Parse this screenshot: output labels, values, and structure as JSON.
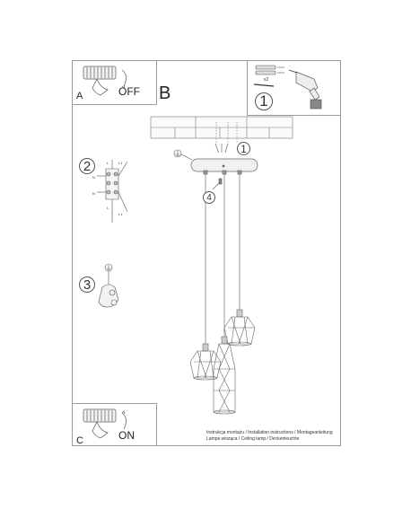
{
  "panels": {
    "a": {
      "letter": "A",
      "state": "OFF"
    },
    "b": {
      "letter": "B"
    },
    "c": {
      "letter": "C",
      "state": "ON"
    }
  },
  "steps": {
    "one_top": "1",
    "one_ceiling": "1",
    "two": "2",
    "three": "3",
    "four": "4"
  },
  "tool": {
    "anchor_qty": "x2"
  },
  "wiring": {
    "l_top": "L",
    "n_top": "N",
    "l_bottom": "L",
    "n_bottom": "N",
    "l1_top": "L1",
    "l1_bottom": "L1"
  },
  "footer": {
    "line1": "Instrukcja montażu / Installation instructions / Montageanleitung",
    "line2": "Lampa wisząca / Ceiling lamp / Deckenleuchte"
  }
}
